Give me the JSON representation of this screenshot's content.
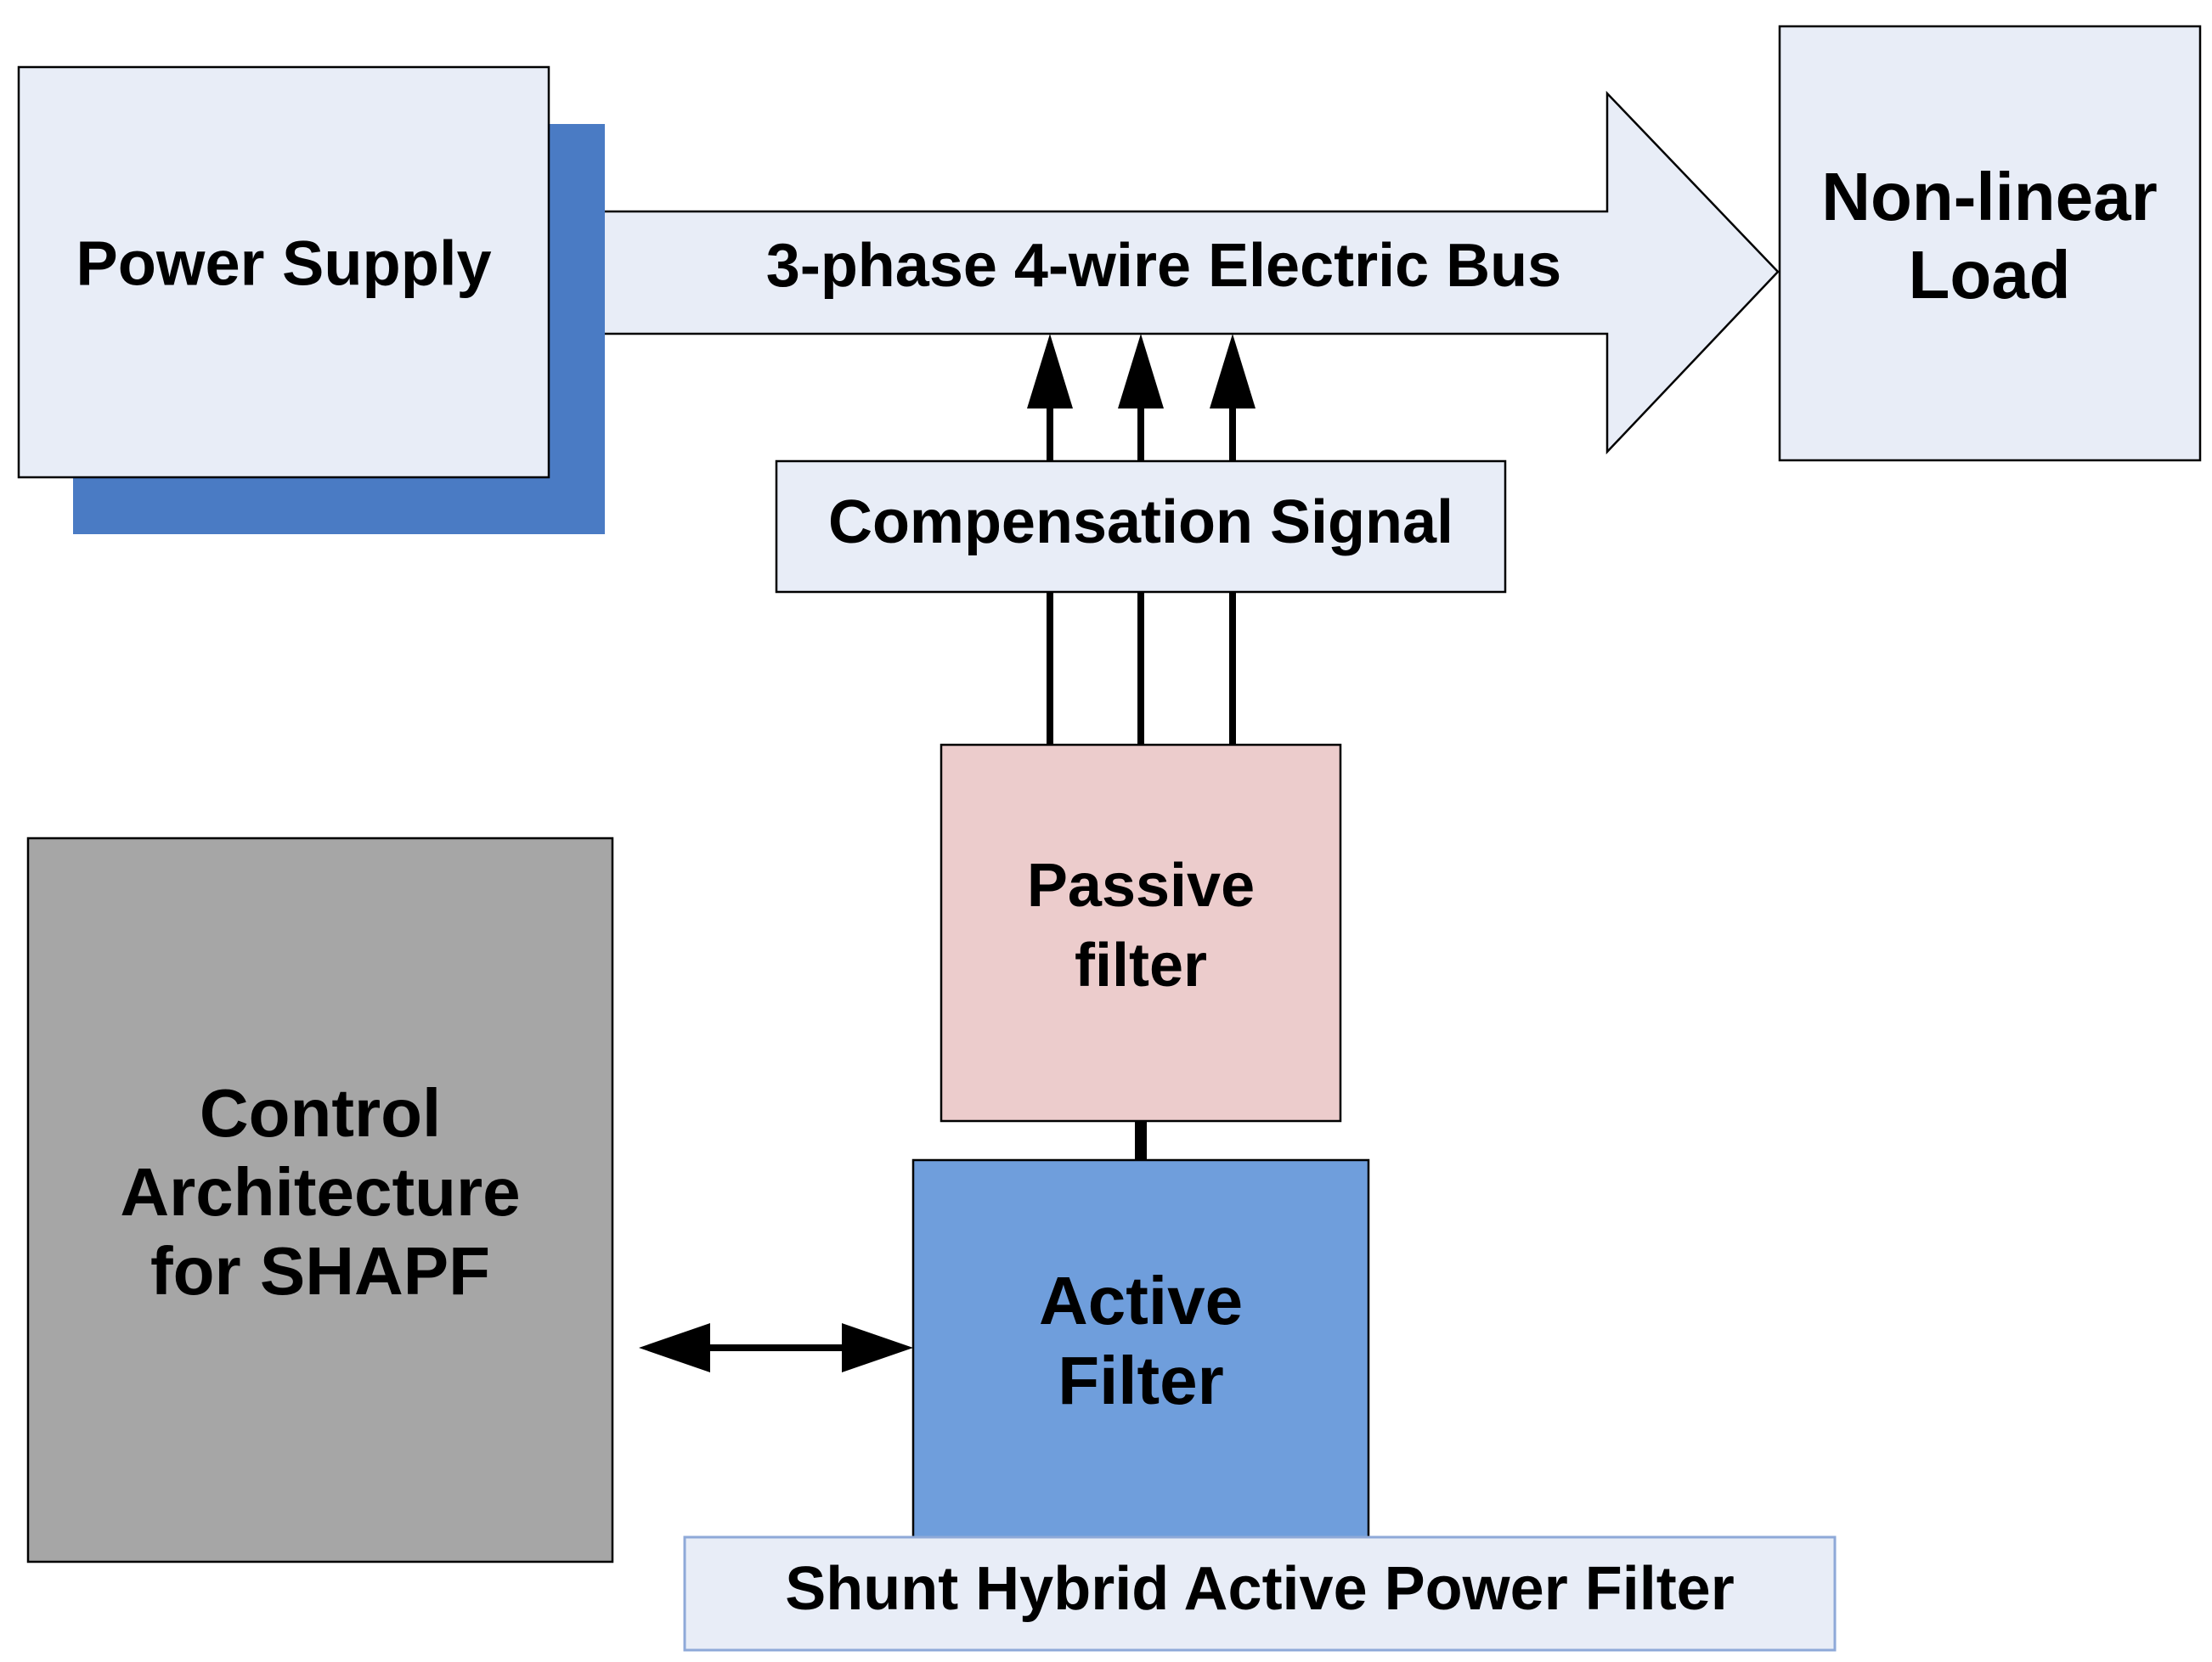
{
  "power_supply": {
    "label": "Power Supply"
  },
  "electric_bus": {
    "label": "3-phase 4-wire Electric Bus"
  },
  "nonlinear_load": {
    "line1": "Non-linear",
    "line2": "Load"
  },
  "compensation_signal": {
    "label": "Compensation Signal"
  },
  "passive_filter": {
    "line1": "Passive",
    "line2": "filter"
  },
  "active_filter": {
    "line1": "Active",
    "line2": "Filter"
  },
  "control_architecture": {
    "line1": "Control",
    "line2": "Architecture",
    "line3": "for SHAPF"
  },
  "shapf_caption": {
    "label": "Shunt Hybrid Active Power Filter"
  },
  "colors": {
    "light_box": "#e8edf7",
    "shadow_blue": "#4a7bc4",
    "passive_pink": "#eccccc",
    "active_blue": "#6f9edc",
    "control_gray": "#a6a6a6",
    "caption_border": "#8ea9d8"
  }
}
